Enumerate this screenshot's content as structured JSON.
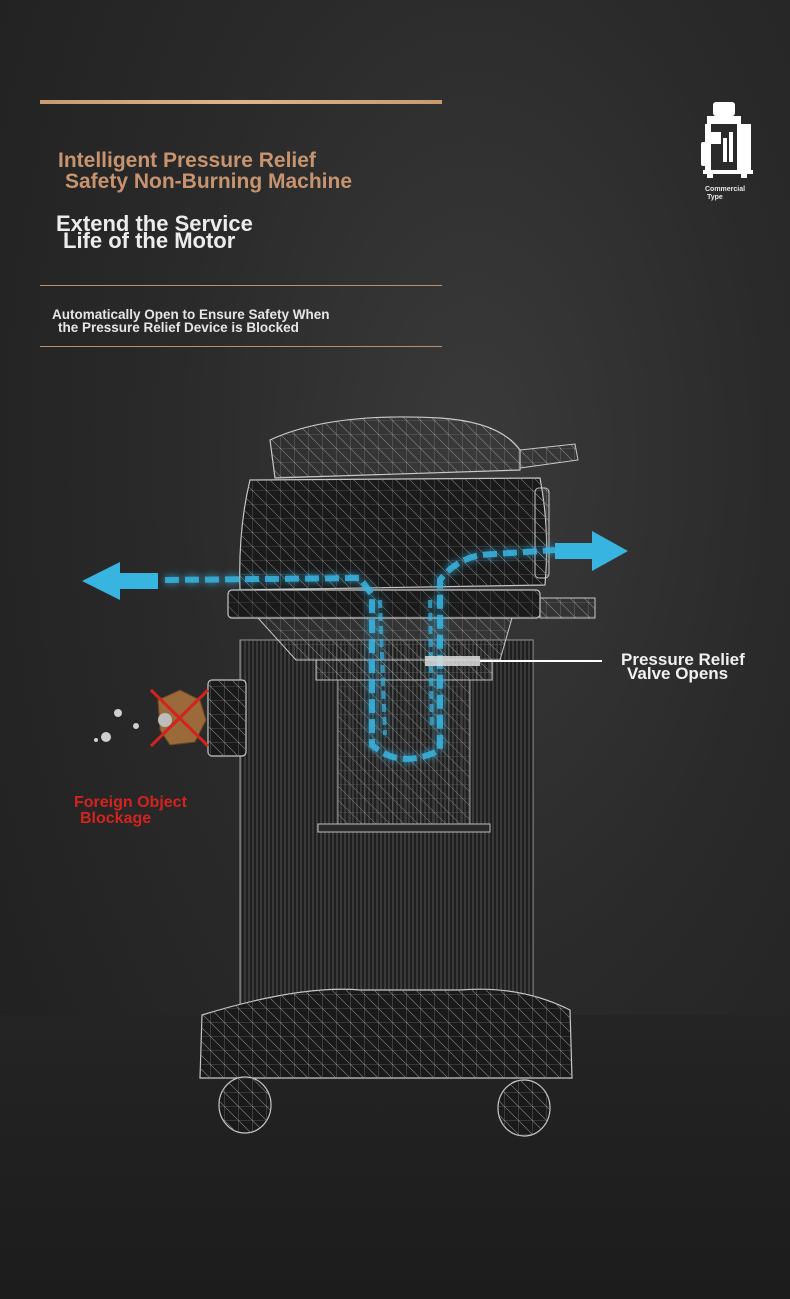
{
  "heading": {
    "line1": "Intelligent Pressure Relief",
    "line2": "Safety Non-Burning Machine"
  },
  "subheading": {
    "line1": "Extend the Service",
    "line2": "Life of the Motor"
  },
  "description": {
    "line1": "Automatically Open to Ensure Safety When",
    "line2": "the Pressure Relief Device is Blocked"
  },
  "badge": {
    "line1": "Commercial",
    "line2": "Type",
    "icon": "commercial-vacuum-icon"
  },
  "callouts": {
    "valve": {
      "line1": "Pressure Relief",
      "line2": "Valve Opens"
    },
    "blockage": {
      "line1": "Foreign Object",
      "line2": "Blockage"
    }
  },
  "colors": {
    "accent_copper": "#c89470",
    "airflow_blue": "#37b4e0",
    "warning_red": "#d3231f",
    "background": "#2a2a2a"
  }
}
